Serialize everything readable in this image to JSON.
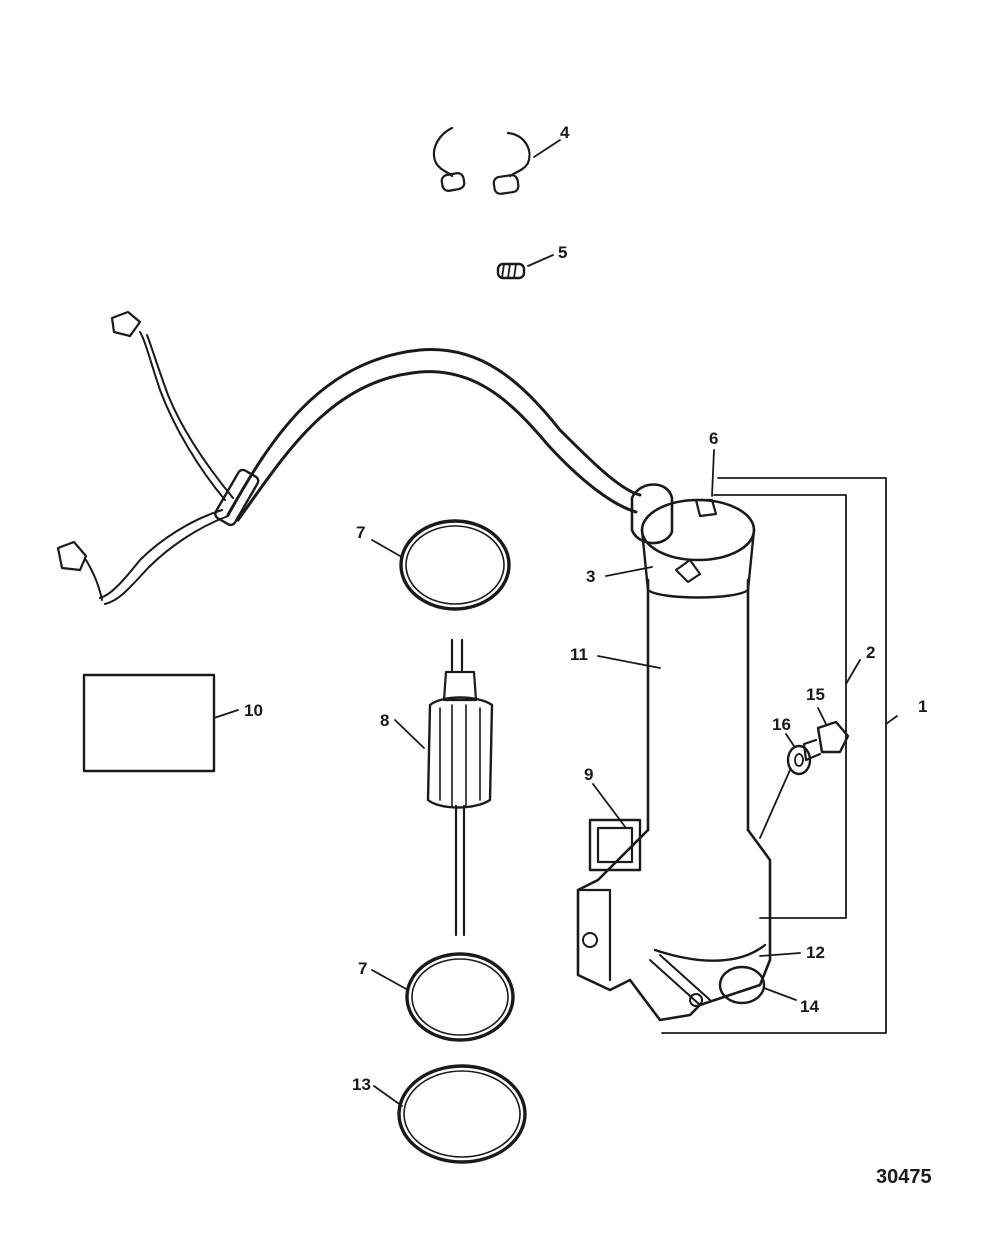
{
  "diagram": {
    "reference_number": "30475",
    "callouts": [
      {
        "id": "1",
        "text": "1"
      },
      {
        "id": "2",
        "text": "2"
      },
      {
        "id": "3",
        "text": "3"
      },
      {
        "id": "4",
        "text": "4"
      },
      {
        "id": "5",
        "text": "5"
      },
      {
        "id": "6",
        "text": "6"
      },
      {
        "id": "7a",
        "text": "7"
      },
      {
        "id": "7b",
        "text": "7"
      },
      {
        "id": "8",
        "text": "8"
      },
      {
        "id": "9",
        "text": "9"
      },
      {
        "id": "10",
        "text": "10"
      },
      {
        "id": "11",
        "text": "11"
      },
      {
        "id": "12",
        "text": "12"
      },
      {
        "id": "13",
        "text": "13"
      },
      {
        "id": "14",
        "text": "14"
      },
      {
        "id": "15",
        "text": "15"
      },
      {
        "id": "16",
        "text": "16"
      }
    ]
  }
}
